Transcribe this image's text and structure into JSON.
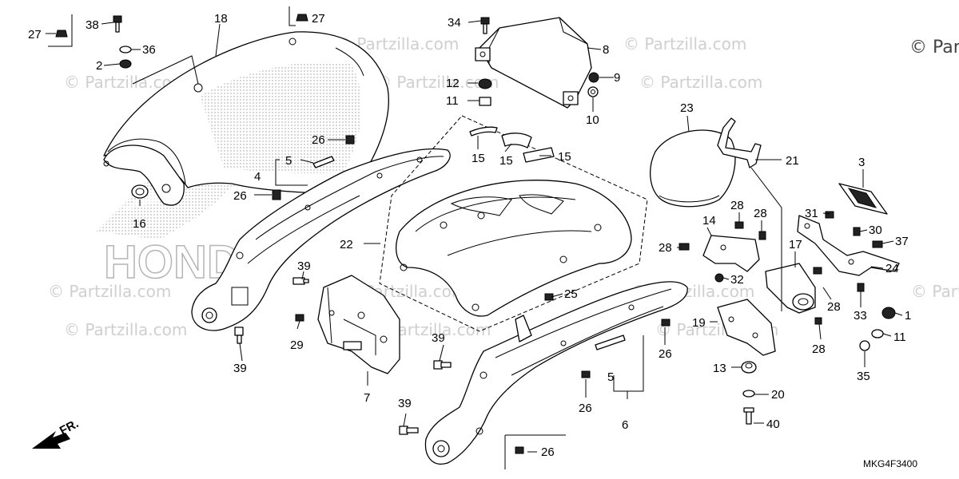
{
  "diagram_code": "MKG4F3400",
  "front_indicator": "FR.",
  "watermarks": {
    "site": "© Partzilla.com",
    "corner": "© Par",
    "brand_mark": "HONDA"
  },
  "callouts": [
    "1",
    "2",
    "3",
    "4",
    "5",
    "6",
    "7",
    "8",
    "9",
    "10",
    "11",
    "12",
    "13",
    "14",
    "15",
    "16",
    "17",
    "18",
    "19",
    "20",
    "21",
    "22",
    "23",
    "24",
    "25",
    "26",
    "27",
    "28",
    "29",
    "30",
    "31",
    "32",
    "33",
    "34",
    "35",
    "36",
    "37",
    "38",
    "39",
    "40"
  ],
  "labels": [
    {
      "text": "27"
    },
    {
      "text": "38"
    },
    {
      "text": "36"
    },
    {
      "text": "2"
    },
    {
      "text": "18"
    },
    {
      "text": "27"
    },
    {
      "text": "16"
    },
    {
      "text": "26"
    },
    {
      "text": "5"
    },
    {
      "text": "4"
    },
    {
      "text": "26"
    },
    {
      "text": "39"
    },
    {
      "text": "39"
    },
    {
      "text": "29"
    },
    {
      "text": "39"
    },
    {
      "text": "39"
    },
    {
      "text": "34"
    },
    {
      "text": "8"
    },
    {
      "text": "12"
    },
    {
      "text": "9"
    },
    {
      "text": "11"
    },
    {
      "text": "10"
    },
    {
      "text": "15"
    },
    {
      "text": "15"
    },
    {
      "text": "15"
    },
    {
      "text": "22"
    },
    {
      "text": "7"
    },
    {
      "text": "25"
    },
    {
      "text": "26"
    },
    {
      "text": "5"
    },
    {
      "text": "26"
    },
    {
      "text": "6"
    },
    {
      "text": "26"
    },
    {
      "text": "23"
    },
    {
      "text": "21"
    },
    {
      "text": "3"
    },
    {
      "text": "28"
    },
    {
      "text": "28"
    },
    {
      "text": "14"
    },
    {
      "text": "28"
    },
    {
      "text": "32"
    },
    {
      "text": "17"
    },
    {
      "text": "31"
    },
    {
      "text": "30"
    },
    {
      "text": "37"
    },
    {
      "text": "24"
    },
    {
      "text": "28"
    },
    {
      "text": "33"
    },
    {
      "text": "1"
    },
    {
      "text": "11"
    },
    {
      "text": "19"
    },
    {
      "text": "28"
    },
    {
      "text": "13"
    },
    {
      "text": "20"
    },
    {
      "text": "40"
    },
    {
      "text": "35"
    }
  ]
}
